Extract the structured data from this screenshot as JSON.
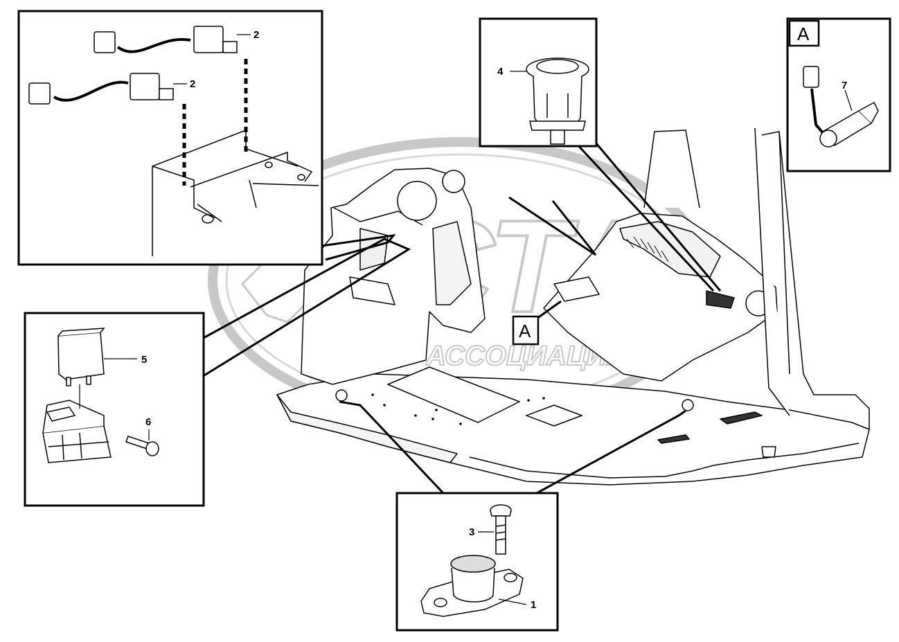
{
  "watermark": {
    "text": "АСТА",
    "subtext": "АССОЦИАЦИЯ",
    "color": "#c8c8c8"
  },
  "callouts": {
    "part_1": "1",
    "part_2a": "2",
    "part_2b": "2",
    "part_3": "3",
    "part_4": "4",
    "part_5": "5",
    "part_6": "6",
    "part_7": "7"
  },
  "view_refs": {
    "detail_box_label": "A",
    "cab_marker_label": "A"
  }
}
